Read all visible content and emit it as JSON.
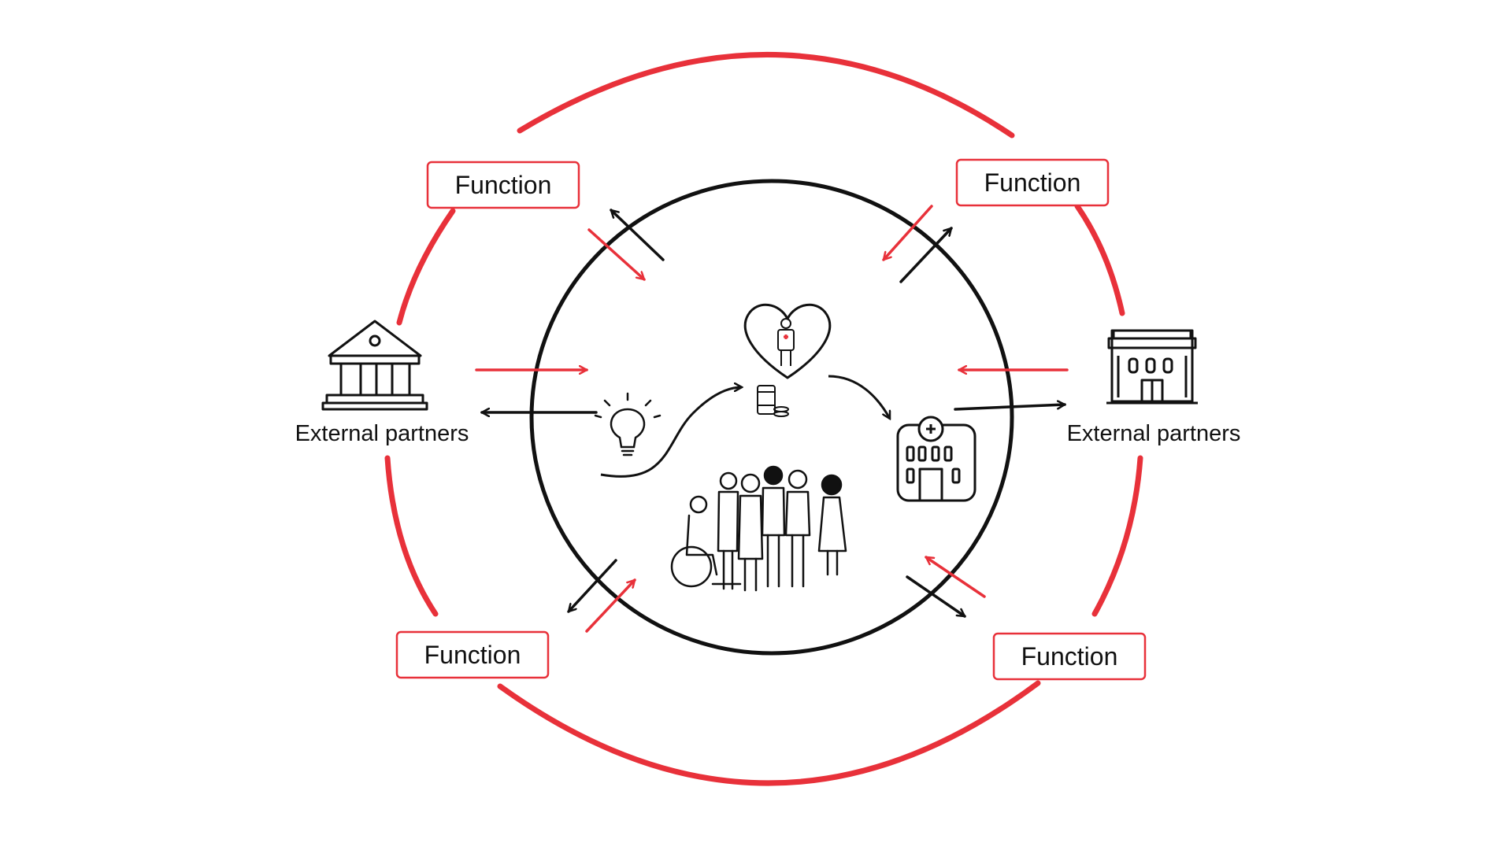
{
  "diagram": {
    "functions": [
      "Function",
      "Function",
      "Function",
      "Function"
    ],
    "partners": [
      "External partners",
      "External partners"
    ],
    "colors": {
      "accent": "#e8313a",
      "ink": "#111111"
    },
    "icons": [
      "bank-icon",
      "office-building-icon",
      "lightbulb-icon",
      "heart-patient-icon",
      "medicine-icon",
      "hospital-icon",
      "people-group-icon"
    ]
  }
}
